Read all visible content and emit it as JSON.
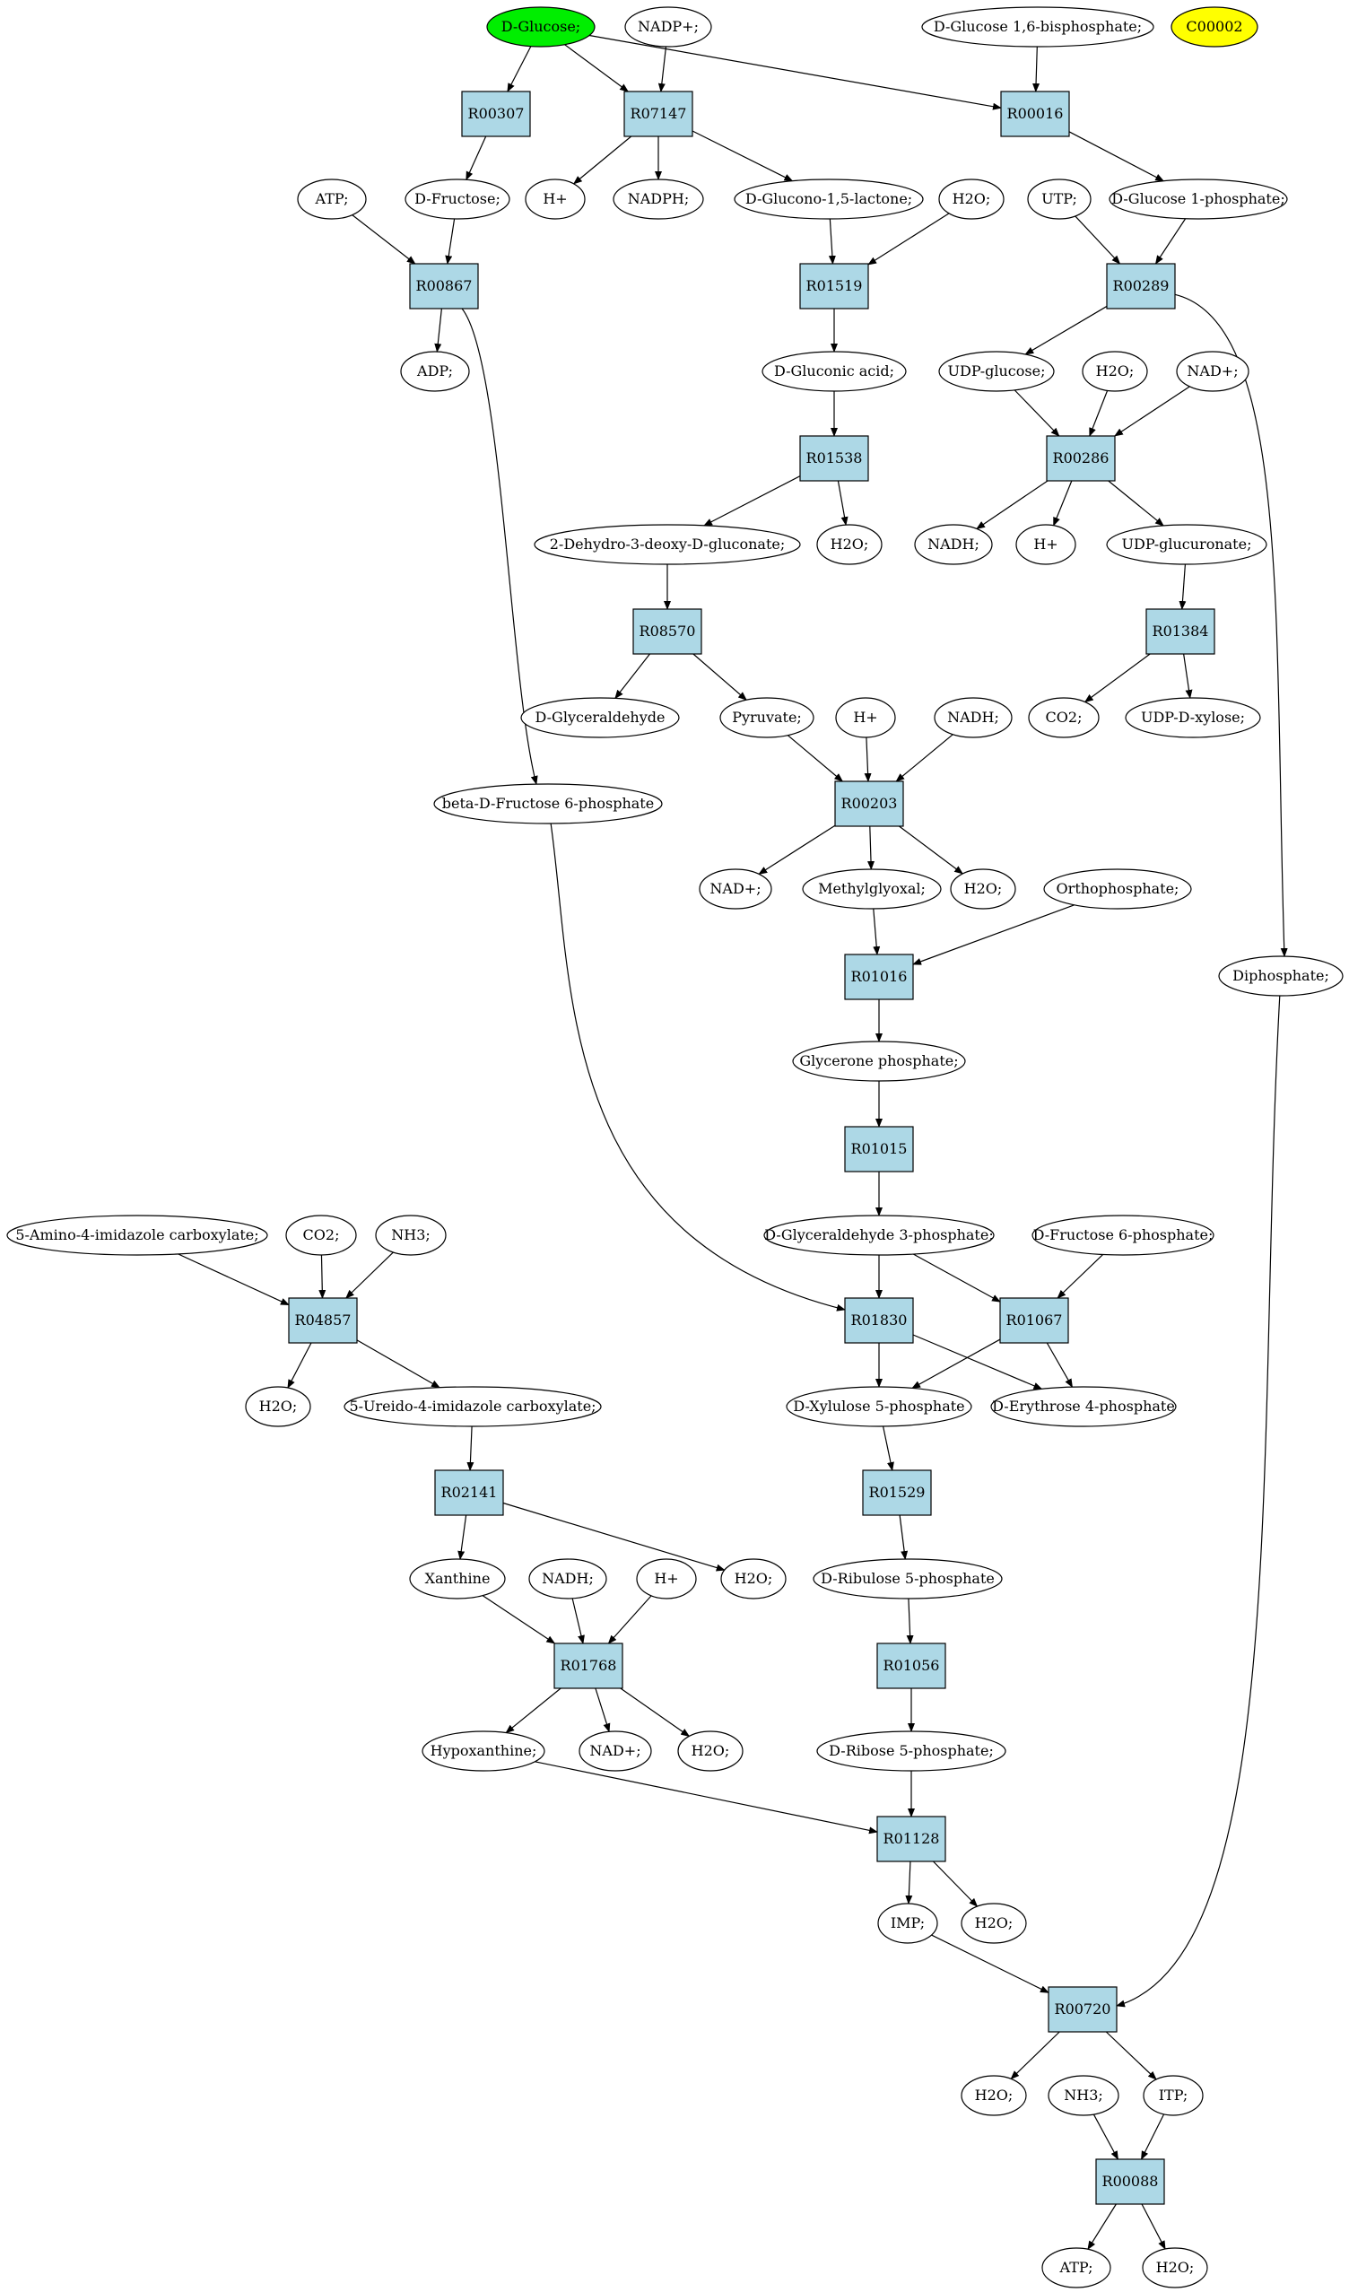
{
  "colors": {
    "reaction_fill": "#add8e6",
    "start_compound_fill": "#00ee00",
    "highlight_compound_fill": "#ffff00",
    "compound_fill": "#ffffff",
    "line": "#000000"
  },
  "nodes": {
    "dglucose": "D-Glucose;",
    "nadp_top": "NADP+;",
    "dg16bp": "D-Glucose 1,6-bisphosphate;",
    "c00002": "C00002",
    "r00307": "R00307",
    "r07147": "R07147",
    "r00016": "R00016",
    "atp1": "ATP;",
    "dfructose": "D-Fructose;",
    "hplus1": "H+",
    "nadph": "NADPH;",
    "glucono": "D-Glucono-1,5-lactone;",
    "h2o1": "H2O;",
    "utp": "UTP;",
    "dg1p": "D-Glucose 1-phosphate;",
    "r00867": "R00867",
    "r01519": "R01519",
    "r00289": "R00289",
    "adp": "ADP;",
    "gluconic": "D-Gluconic acid;",
    "udpglucose": "UDP-glucose;",
    "h2o2": "H2O;",
    "nad1": "NAD+;",
    "r01538": "R01538",
    "r00286": "R00286",
    "dehydro": "2-Dehydro-3-deoxy-D-gluconate;",
    "h2o3": "H2O;",
    "nadh1": "NADH;",
    "hplus2": "H+",
    "udpglucuronate": "UDP-glucuronate;",
    "r08570": "R08570",
    "r01384": "R01384",
    "dglyceraldehyde": "D-Glyceraldehyde",
    "pyruvate": "Pyruvate;",
    "hplus3": "H+",
    "nadh2": "NADH;",
    "co2a": "CO2;",
    "udpxylose": "UDP-D-xylose;",
    "bdf6p": "beta-D-Fructose 6-phosphate",
    "r00203": "R00203",
    "nad2": "NAD+;",
    "methylglyoxal": "Methylglyoxal;",
    "h2o4": "H2O;",
    "orthophosphate": "Orthophosphate;",
    "r01016": "R01016",
    "diphosphate": "Diphosphate;",
    "glycerone": "Glycerone phosphate;",
    "r01015": "R01015",
    "aminoimid": "5-Amino-4-imidazole carboxylate;",
    "co2b": "CO2;",
    "nh3a": "NH3;",
    "g3p": "D-Glyceraldehyde 3-phosphate;",
    "df6p": "D-Fructose 6-phosphate;",
    "r04857": "R04857",
    "r01830": "R01830",
    "r01067": "R01067",
    "h2o5": "H2O;",
    "ureido": "5-Ureido-4-imidazole carboxylate;",
    "dx5p": "D-Xylulose 5-phosphate",
    "de4p": "D-Erythrose 4-phosphate",
    "r02141": "R02141",
    "r01529": "R01529",
    "xanthine": "Xanthine",
    "nadh3": "NADH;",
    "hplus4": "H+",
    "h2o6": "H2O;",
    "dr5p_ribulose": "D-Ribulose 5-phosphate",
    "r01768": "R01768",
    "r01056": "R01056",
    "hypoxanthine": "Hypoxanthine;",
    "nad3": "NAD+;",
    "h2o7": "H2O;",
    "dribose5p": "D-Ribose 5-phosphate;",
    "r01128": "R01128",
    "imp": "IMP;",
    "h2o8": "H2O;",
    "r00720": "R00720",
    "h2o9": "H2O;",
    "nh3b": "NH3;",
    "itp": "ITP;",
    "r00088": "R00088",
    "atp2": "ATP;",
    "h2o10": "H2O;"
  }
}
